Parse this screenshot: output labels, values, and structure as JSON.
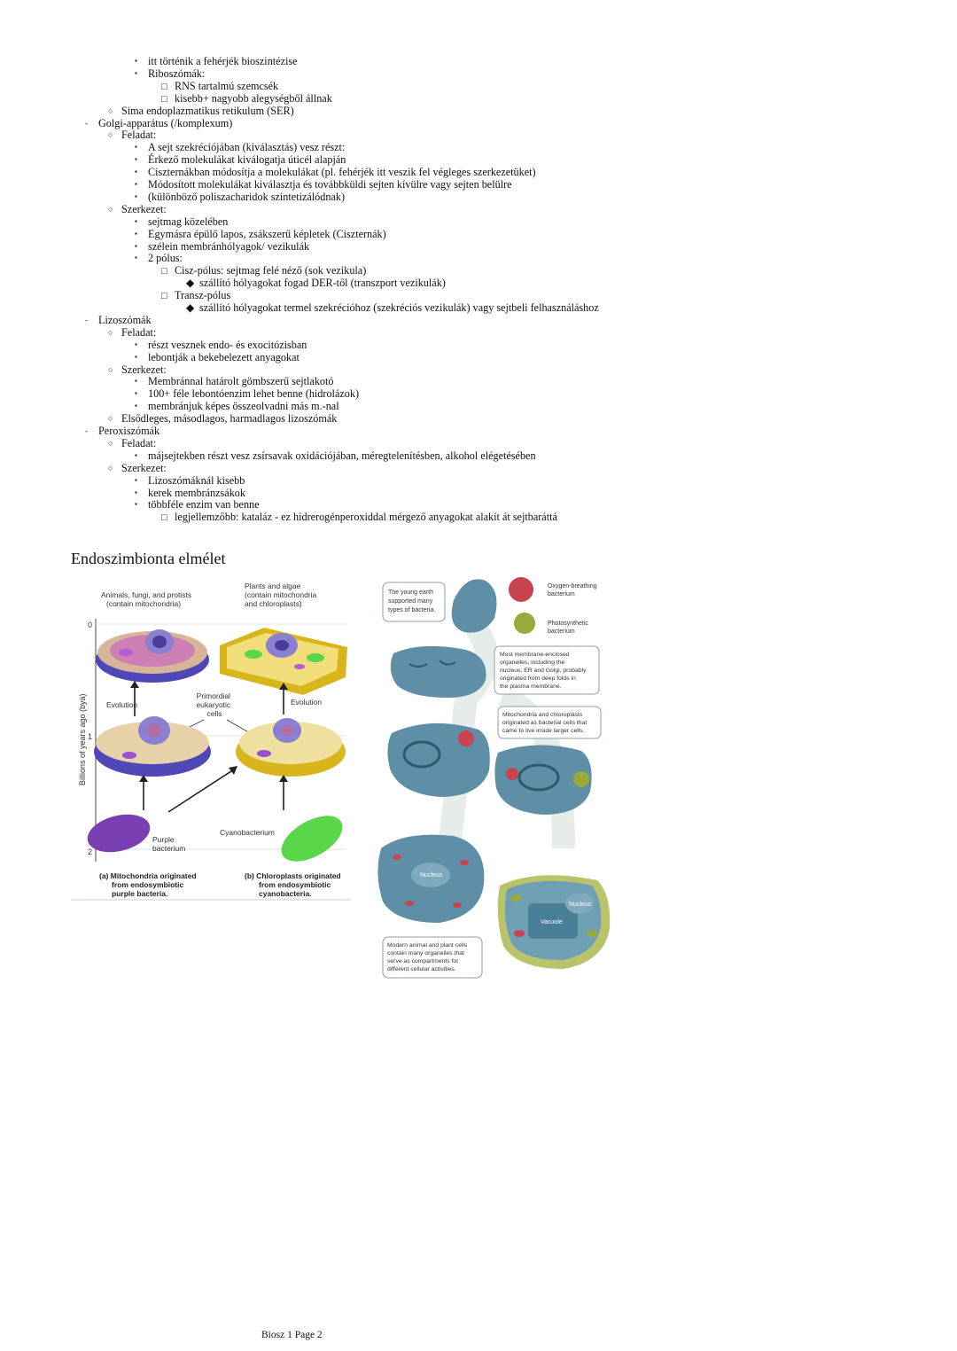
{
  "outline": [
    {
      "level": 3,
      "bullet": "▪",
      "text": "itt történik a fehérjék bioszintézise"
    },
    {
      "level": 3,
      "bullet": "▪",
      "text": "Riboszómák:"
    },
    {
      "level": 4,
      "bullet": "□",
      "text": "RNS tartalmú szemcsék"
    },
    {
      "level": 4,
      "bullet": "□",
      "text": "kisebb+ nagyobb alegységből állnak"
    },
    {
      "level": 2,
      "bullet": "○",
      "text": "Sima endoplazmatikus retikulum (SER)"
    },
    {
      "level": 1,
      "bullet": "-",
      "text": "Golgi-apparátus (/komplexum)"
    },
    {
      "level": 2,
      "bullet": "○",
      "text": "Feladat:"
    },
    {
      "level": 3,
      "bullet": "▪",
      "text": "A sejt szekréciójában (kiválasztás) vesz részt:"
    },
    {
      "level": 3,
      "bullet": "▪",
      "text": "Érkező molekulákat kiválogatja úticél alapján"
    },
    {
      "level": 3,
      "bullet": "▪",
      "text": "Ciszternákban módosítja a molekulákat (pl. fehérjék itt veszik fel végleges szerkezetüket)"
    },
    {
      "level": 3,
      "bullet": "▪",
      "text": "Módosított molekulákat kiválasztja és továbbküldi sejten kívülre vagy sejten belülre"
    },
    {
      "level": 3,
      "bullet": "▪",
      "text": "(különböző poliszacharidok szintetizálódnak)"
    },
    {
      "level": 2,
      "bullet": "○",
      "text": "Szerkezet:"
    },
    {
      "level": 3,
      "bullet": "▪",
      "text": "sejtmag közelében"
    },
    {
      "level": 3,
      "bullet": "▪",
      "text": "Egymásra épülő lapos, zsákszerű képletek (Ciszternák)"
    },
    {
      "level": 3,
      "bullet": "▪",
      "text": "szélein membránhólyagok/ vezikulák"
    },
    {
      "level": 3,
      "bullet": "▪",
      "text": "2 pólus:"
    },
    {
      "level": 4,
      "bullet": "□",
      "text": "Cisz-pólus: sejtmag felé néző (sok vezikula)"
    },
    {
      "level": 5,
      "bullet": "◆",
      "text": "szállító hólyagokat fogad DER-től (transzport vezikulák)"
    },
    {
      "level": 4,
      "bullet": "□",
      "text": "Transz-pólus"
    },
    {
      "level": 5,
      "bullet": "◆",
      "text": "szállító hólyagokat termel szekrécióhoz (szekréciós vezikulák) vagy sejtbeli felhasználáshoz"
    },
    {
      "level": 1,
      "bullet": "-",
      "text": "Lizoszómák"
    },
    {
      "level": 2,
      "bullet": "○",
      "text": "Feladat:"
    },
    {
      "level": 3,
      "bullet": "▪",
      "text": "részt vesznek endo- és exocitózisban"
    },
    {
      "level": 3,
      "bullet": "▪",
      "text": "lebontják a bekebelezett anyagokat"
    },
    {
      "level": 2,
      "bullet": "○",
      "text": "Szerkezet:"
    },
    {
      "level": 3,
      "bullet": "▪",
      "text": "Membránnal határolt gömbszerű sejtlakotó"
    },
    {
      "level": 3,
      "bullet": "▪",
      "text": "100+ féle lebontóenzim lehet benne (hidrolázok)"
    },
    {
      "level": 3,
      "bullet": "▪",
      "text": "membránjuk képes összeolvadni más m.-nal"
    },
    {
      "level": 2,
      "bullet": "○",
      "text": "Elsődleges, másodlagos, harmadlagos lizoszómák"
    },
    {
      "level": 1,
      "bullet": "-",
      "text": "Peroxiszómák"
    },
    {
      "level": 2,
      "bullet": "○",
      "text": "Feladat:"
    },
    {
      "level": 3,
      "bullet": "▪",
      "text": "májsejtekben részt vesz zsírsavak oxidációjában, méregtelenítésben, alkohol elégetésében"
    },
    {
      "level": 2,
      "bullet": "○",
      "text": "Szerkezet:"
    },
    {
      "level": 3,
      "bullet": "▪",
      "text": "Lizoszómáknál kisebb"
    },
    {
      "level": 3,
      "bullet": "▪",
      "text": "kerek membránzsákok"
    },
    {
      "level": 3,
      "bullet": "▪",
      "text": "többféle enzim van benne"
    },
    {
      "level": 4,
      "bullet": "□",
      "text": "legjellemzőbb: kataláz - ez hidrerogénperoxiddal mérgező anyagokat alakít át sejtbaráttá"
    }
  ],
  "section_title": "Endoszimbionta elmélet",
  "figure_left": {
    "top_left_label": [
      "Animals, fungi, and protists",
      "(contain mitochondria)"
    ],
    "top_right_label": [
      "Plants and algae",
      "(contain mitochondria",
      "and chloroplasts)"
    ],
    "axis_label": "Billions of years ago (bya)",
    "ticks": [
      "0",
      "1",
      "2"
    ],
    "evolution_left": "Evolution",
    "evolution_right": "Evolution",
    "primordial": [
      "Primordial",
      "eukaryotic",
      "cells"
    ],
    "purple": [
      "Purple",
      "bacterium"
    ],
    "cyano": "Cyanobacterium",
    "caption_a": [
      "(a) Mitochondria originated",
      "from endosymbiotic",
      "purple bacteria."
    ],
    "caption_b": [
      "(b) Chloroplasts originated",
      "from endosymbiotic",
      "cyanobacteria."
    ],
    "colors": {
      "purple": "#7a3fb0",
      "animal_cell": "#4f46b8",
      "plant_cell": "#d9b51c",
      "cyano": "#59d64a"
    }
  },
  "figure_right": {
    "callout1": [
      "The young earth",
      "supported many",
      "types of bacteria."
    ],
    "oxygen": [
      "Oxygen-breathing",
      "bacterium"
    ],
    "photo": [
      "Photosynthetic",
      "bacterium"
    ],
    "callout2": [
      "Most membrane-enclosed",
      "organelles, including the",
      "nucleus, ER and Golgi, probably",
      "originated from deep folds in",
      "the plasma membrane."
    ],
    "callout3": [
      "Mitochondria and chloroplasts",
      "originated as bacterial cells that",
      "came to live inside larger cells."
    ],
    "nucleus": "Nucleus",
    "nucleus2": "Nucleus",
    "vacuole": "Vacuole",
    "callout4": [
      "Modern animal and plant cells",
      "contain many organelles that",
      "serve as compartments for",
      "different cellular activities."
    ],
    "colors": {
      "cell": "#5f8fa6",
      "oxygen": "#c8434e",
      "photo": "#9aaa3a",
      "plant": "#b9c46a"
    }
  },
  "footer": "Biosz 1 Page 2"
}
